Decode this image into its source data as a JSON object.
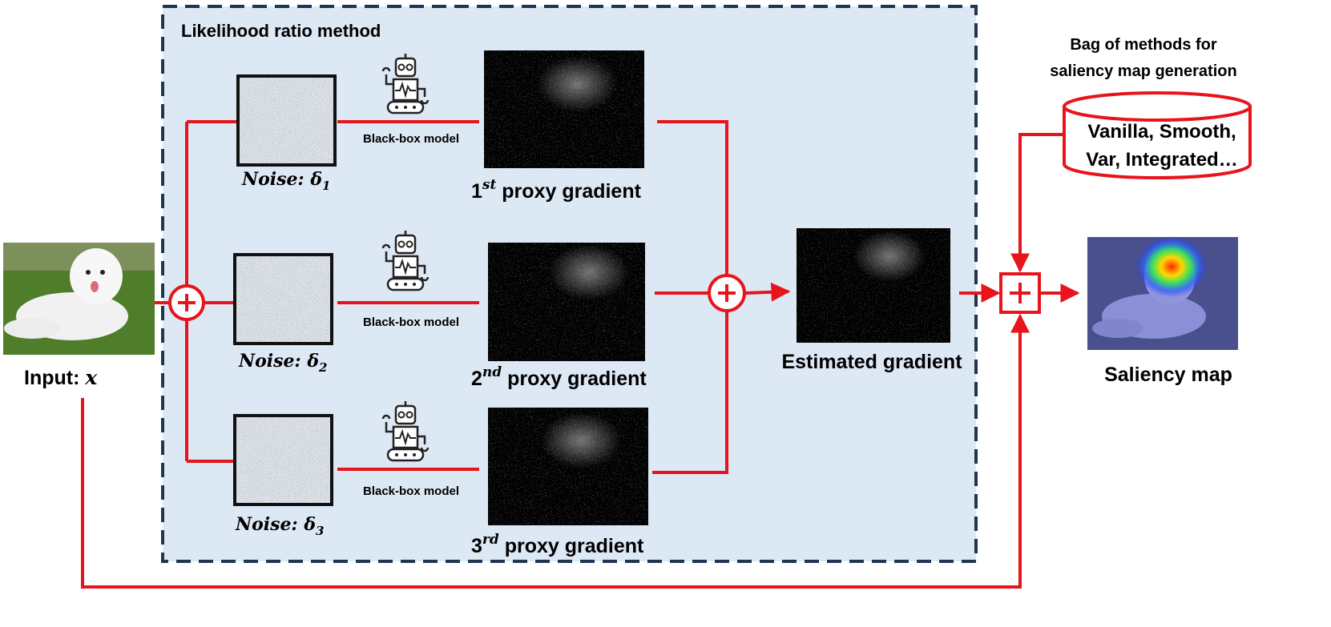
{
  "panel": {
    "title": "Likelihood ratio method"
  },
  "input": {
    "label": "Input: ",
    "symbol": "x"
  },
  "noise": [
    {
      "word": "Noise",
      "sep": ": ",
      "sym": "δ",
      "sub": "1"
    },
    {
      "word": "Noise",
      "sep": ": ",
      "sym": "δ",
      "sub": "2"
    },
    {
      "word": "Noise",
      "sep": ": ",
      "sym": "δ",
      "sub": "3"
    }
  ],
  "model_label": "Black-box model",
  "proxy": [
    {
      "num": "1",
      "sup": "st",
      "text": " proxy gradient"
    },
    {
      "num": "2",
      "sup": "nd",
      "text": " proxy gradient"
    },
    {
      "num": "3",
      "sup": "rd",
      "text": " proxy gradient"
    }
  ],
  "estimated_label": "Estimated gradient",
  "bag": {
    "title_line1": "Bag of methods for",
    "title_line2": "saliency map generation",
    "methods_line1": "Vanilla, Smooth,",
    "methods_line2": "Var, Integrated…"
  },
  "saliency_label": "Saliency map",
  "colors": {
    "flow": "#e8141b",
    "panel_bg": "#dde8f5",
    "panel_border": "#1f3552"
  },
  "icons": [
    "robot-icon",
    "plus-icon"
  ]
}
